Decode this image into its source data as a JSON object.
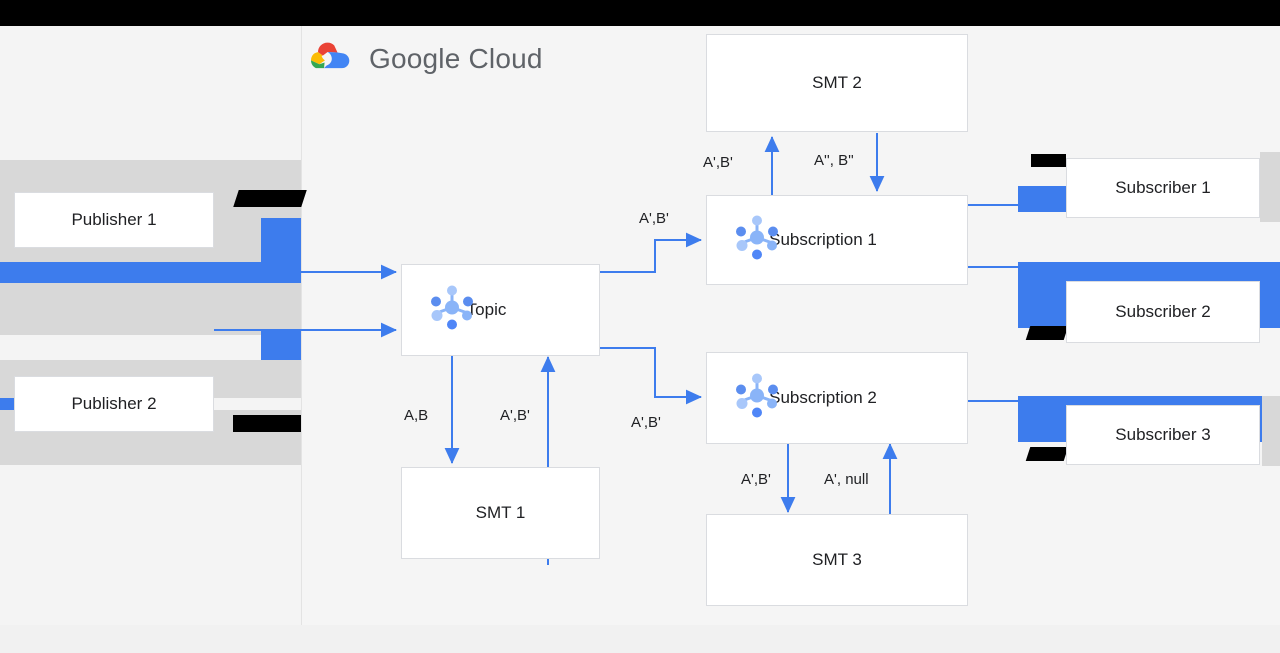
{
  "page": {
    "title": "Google Cloud Pub/Sub single message transforms diagram",
    "brand": {
      "name_primary": "Google",
      "name_secondary": "Cloud",
      "logo_icon": "google-cloud-logo-icon"
    },
    "colors": {
      "accent_blue": "#3d7ced",
      "panel_bg": "#f5f5f5",
      "page_bg": "#f4f4f4",
      "strip_bg": "#f1f1f1",
      "node_bg": "#ffffff",
      "node_border": "#dadce0",
      "text": "#202124",
      "brand_text": "#5f6368",
      "glitch_gray": "#d8d8d8",
      "redaction_black": "#000000",
      "logo_red": "#ea4335",
      "logo_blue": "#4285f4",
      "logo_yellow": "#fbbc04",
      "logo_green": "#34a853"
    }
  },
  "nodes": {
    "publisher_1": {
      "label": "Publisher 1",
      "icon": "none"
    },
    "publisher_2": {
      "label": "Publisher 2",
      "icon": "none"
    },
    "topic": {
      "label": "Topic",
      "icon": "pubsub-icon"
    },
    "smt_1": {
      "label": "SMT 1",
      "icon": "none"
    },
    "smt_2": {
      "label": "SMT 2",
      "icon": "none"
    },
    "smt_3": {
      "label": "SMT 3",
      "icon": "none"
    },
    "subscription_1": {
      "label": "Subscription 1",
      "icon": "pubsub-icon"
    },
    "subscription_2": {
      "label": "Subscription 2",
      "icon": "pubsub-icon"
    },
    "subscriber_1": {
      "label": "Subscriber 1",
      "icon": "none"
    },
    "subscriber_2": {
      "label": "Subscriber 2",
      "icon": "none"
    },
    "subscriber_3": {
      "label": "Subscriber 3",
      "icon": "none"
    }
  },
  "edge_labels": {
    "topic_to_smt1": "A,B",
    "smt1_to_topic": "A',B'",
    "topic_to_subscription1": "A',B'",
    "topic_to_subscription2": "A',B'",
    "subscription1_to_smt2": "A',B'",
    "smt2_to_subscription1": "A'', B''",
    "subscription2_to_smt3": "A',B'",
    "smt3_to_subscription2": "A', null"
  }
}
